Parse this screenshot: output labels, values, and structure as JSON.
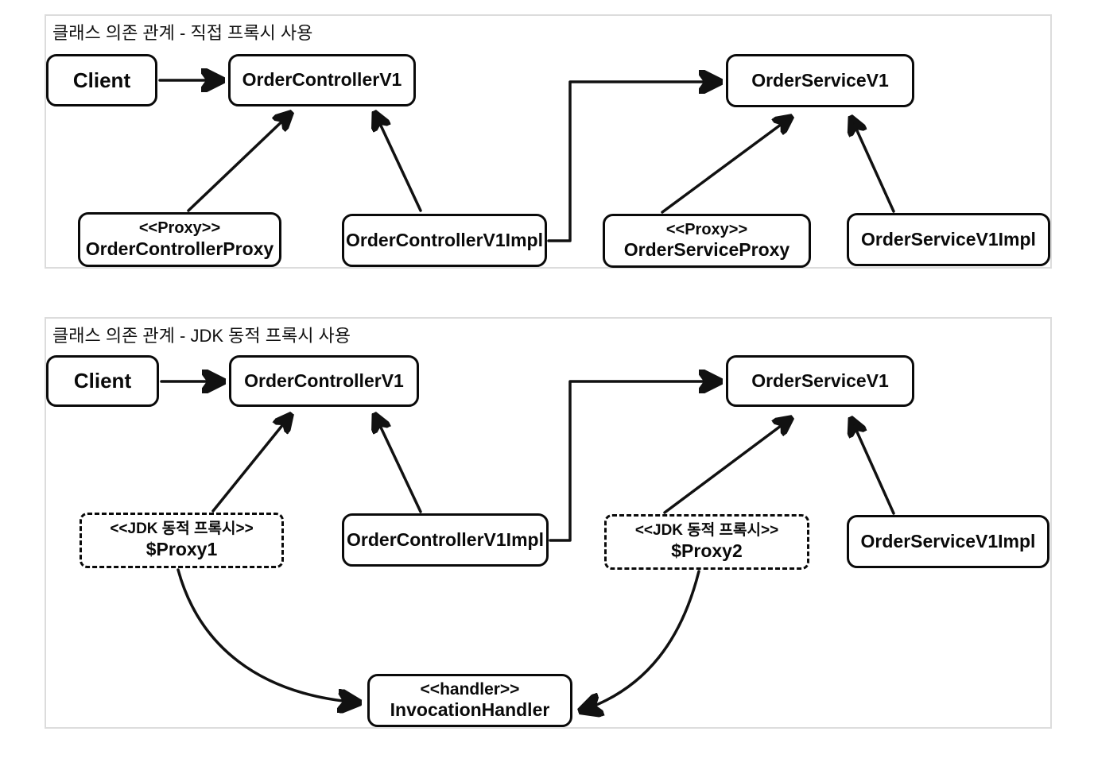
{
  "panels": [
    {
      "title": "클래스 의존 관계 - 직접 프록시 사용",
      "nodes": {
        "client": {
          "label": "Client"
        },
        "controller": {
          "label": "OrderControllerV1"
        },
        "controllerProxy": {
          "stereotype": "<<Proxy>>",
          "label": "OrderControllerProxy"
        },
        "controllerImpl": {
          "label": "OrderControllerV1Impl"
        },
        "service": {
          "label": "OrderServiceV1"
        },
        "serviceProxy": {
          "stereotype": "<<Proxy>>",
          "label": "OrderServiceProxy"
        },
        "serviceImpl": {
          "label": "OrderServiceV1Impl"
        }
      },
      "edges": [
        {
          "from": "Client",
          "to": "OrderControllerV1",
          "type": "dependency"
        },
        {
          "from": "OrderControllerProxy",
          "to": "OrderControllerV1",
          "type": "implements"
        },
        {
          "from": "OrderControllerV1Impl",
          "to": "OrderControllerV1",
          "type": "implements"
        },
        {
          "from": "OrderControllerV1Impl",
          "to": "OrderServiceV1",
          "type": "dependency"
        },
        {
          "from": "OrderServiceProxy",
          "to": "OrderServiceV1",
          "type": "implements"
        },
        {
          "from": "OrderServiceV1Impl",
          "to": "OrderServiceV1",
          "type": "implements"
        }
      ]
    },
    {
      "title": "클래스 의존 관계 - JDK 동적 프록시 사용",
      "nodes": {
        "client": {
          "label": "Client"
        },
        "controller": {
          "label": "OrderControllerV1"
        },
        "jdkProxy1": {
          "stereotype": "<<JDK 동적 프록시>>",
          "label": "$Proxy1"
        },
        "controllerImpl": {
          "label": "OrderControllerV1Impl"
        },
        "service": {
          "label": "OrderServiceV1"
        },
        "jdkProxy2": {
          "stereotype": "<<JDK 동적 프록시>>",
          "label": "$Proxy2"
        },
        "serviceImpl": {
          "label": "OrderServiceV1Impl"
        },
        "handler": {
          "stereotype": "<<handler>>",
          "label": "InvocationHandler"
        }
      },
      "edges": [
        {
          "from": "Client",
          "to": "OrderControllerV1",
          "type": "dependency"
        },
        {
          "from": "$Proxy1",
          "to": "OrderControllerV1",
          "type": "implements"
        },
        {
          "from": "OrderControllerV1Impl",
          "to": "OrderControllerV1",
          "type": "implements"
        },
        {
          "from": "OrderControllerV1Impl",
          "to": "OrderServiceV1",
          "type": "dependency"
        },
        {
          "from": "$Proxy2",
          "to": "OrderServiceV1",
          "type": "implements"
        },
        {
          "from": "OrderServiceV1Impl",
          "to": "OrderServiceV1",
          "type": "implements"
        },
        {
          "from": "$Proxy1",
          "to": "InvocationHandler",
          "type": "uses"
        },
        {
          "from": "$Proxy2",
          "to": "InvocationHandler",
          "type": "uses"
        }
      ]
    }
  ],
  "colors": {
    "background": "#ffffff",
    "panel_border": "#dcdcdc",
    "node_border": "#0a0a0a",
    "text": "#111111"
  }
}
